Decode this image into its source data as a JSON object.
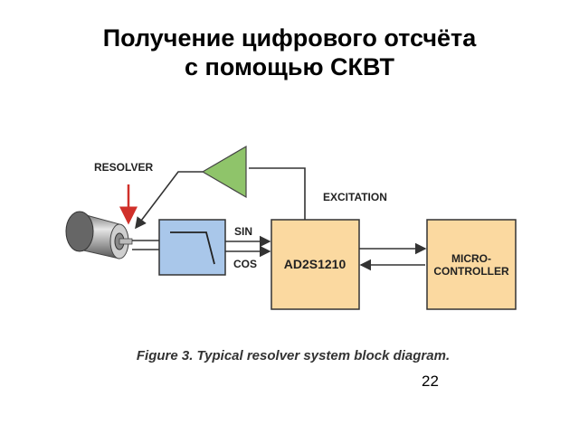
{
  "slide": {
    "title_line1": "Получение цифрового отсчёта",
    "title_line2": "с помощью СКВТ",
    "page_number": "22"
  },
  "diagram": {
    "resolver_label": "RESOLVER",
    "excitation_label": "EXCITATION",
    "sin_label": "SIN",
    "cos_label": "COS",
    "converter_label": "AD2S1210",
    "micro_label_line1": "MICRO-",
    "micro_label_line2": "CONTROLLER",
    "caption": "Figure 3. Typical resolver system block diagram.",
    "colors": {
      "block_fill": "#fbd9a0",
      "filter_fill": "#a9c7ea",
      "amp_fill": "#8fc46a",
      "resolver_arrow": "#d0302a"
    }
  }
}
